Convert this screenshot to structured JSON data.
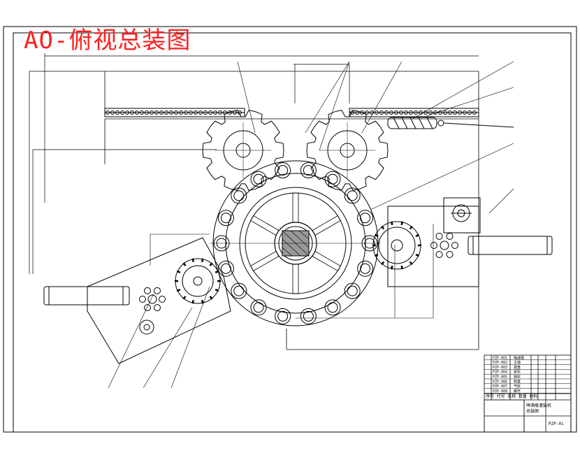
{
  "drawing": {
    "title": "AO-俯视总装图",
    "accent_color": "#ff2020",
    "line_color": "#000000",
    "fill_color": "#ffffff"
  },
  "title_block": {
    "rows": [
      {
        "code": "PZP-001",
        "name": "输送链"
      },
      {
        "code": "PZP-002",
        "name": "主轴"
      },
      {
        "code": "PZP-003",
        "name": "拨盘"
      },
      {
        "code": "PZP-004",
        "name": "星轮"
      },
      {
        "code": "PZP-005",
        "name": "链轮"
      },
      {
        "code": "PZP-006",
        "name": "转盘"
      },
      {
        "code": "PZP-007",
        "name": "气缸"
      },
      {
        "code": "PZP-008",
        "name": "螺杆"
      }
    ],
    "header": [
      "序号",
      "代号",
      "名称",
      "数量",
      "材料"
    ],
    "project": "啤酒瓶灌装机",
    "assembly": "总装图",
    "drawing_no": "PZP-01"
  }
}
